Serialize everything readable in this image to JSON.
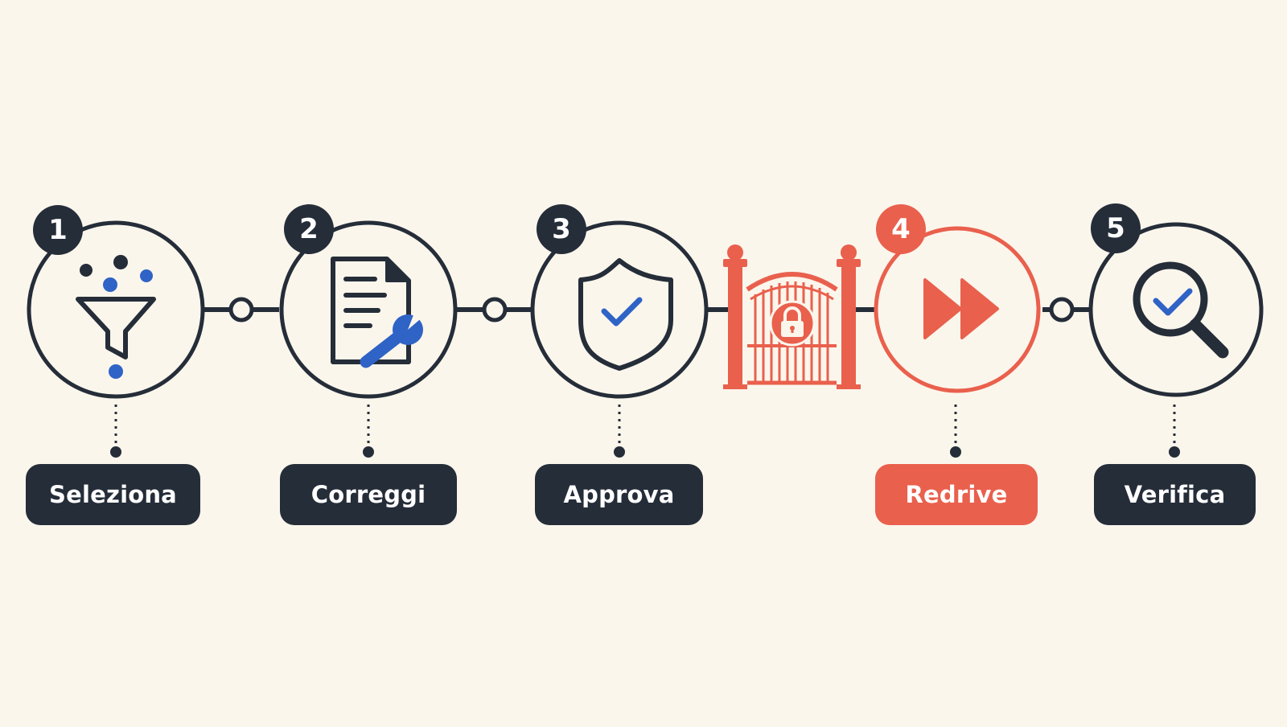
{
  "colors": {
    "background": "#fbf6ec",
    "dark": "#252d39",
    "accent": "#e9604d",
    "blue": "#2f63c6"
  },
  "steps": [
    {
      "number": "1",
      "label": "Seleziona",
      "icon": "funnel-icon",
      "highlight": false
    },
    {
      "number": "2",
      "label": "Correggi",
      "icon": "document-wrench-icon",
      "highlight": false
    },
    {
      "number": "3",
      "label": "Approva",
      "icon": "shield-check-icon",
      "highlight": false
    },
    {
      "number": "4",
      "label": "Redrive",
      "icon": "fast-forward-icon",
      "highlight": true
    },
    {
      "number": "5",
      "label": "Verifica",
      "icon": "magnifier-check-icon",
      "highlight": false
    }
  ],
  "gate": {
    "icon": "locked-gate-icon",
    "lock_icon": "padlock-icon"
  }
}
